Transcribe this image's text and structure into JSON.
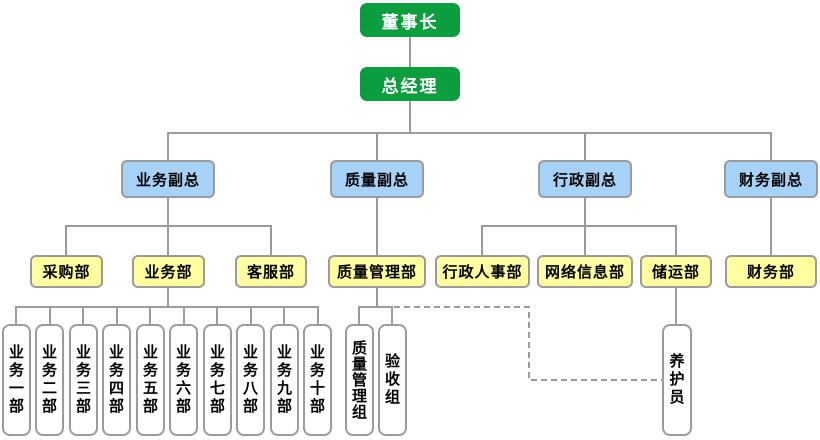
{
  "org": {
    "chairman": "董事长",
    "general_manager": "总经理",
    "vps": [
      "业务副总",
      "质量副总",
      "行政副总",
      "财务副总"
    ],
    "depts": [
      "采购部",
      "业务部",
      "客服部",
      "质量管理部",
      "行政人事部",
      "网络信息部",
      "储运部",
      "财务部"
    ],
    "business_units": [
      "业务一部",
      "业务二部",
      "业务三部",
      "业务四部",
      "业务五部",
      "业务六部",
      "业务七部",
      "业务八部",
      "业务九部",
      "业务十部"
    ],
    "quality_groups": [
      "质量管理组",
      "验收组"
    ],
    "storage_roles": [
      "养护员"
    ]
  },
  "colors": {
    "executive_box": "#0a9e3e",
    "executive_text": "#ffffff",
    "vp_box": "#a6d2f8",
    "dept_box": "#ffffa0",
    "sub_box": "#ffffff",
    "border_and_line": "#9b9b9b",
    "node_text": "#000000",
    "dashed_line_style": "dashed"
  }
}
